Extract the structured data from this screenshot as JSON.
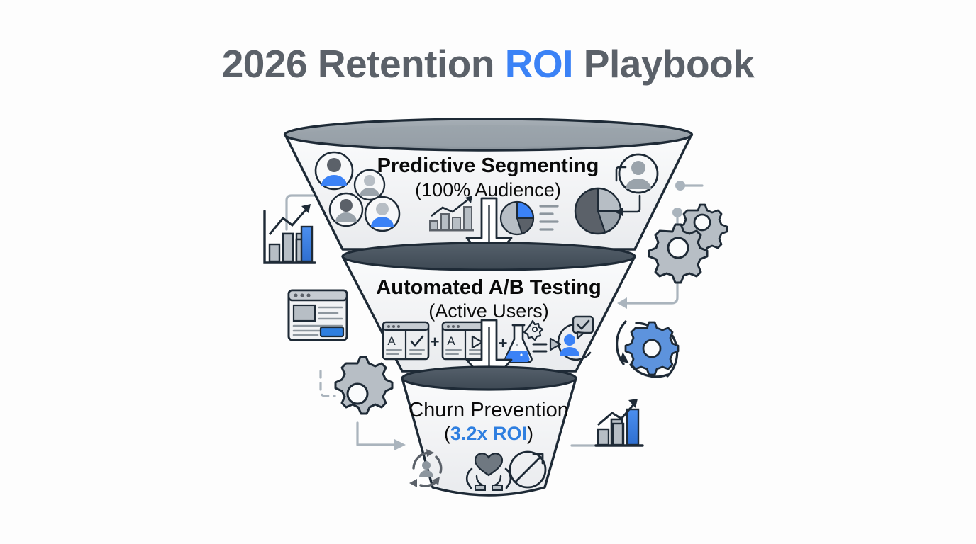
{
  "header": {
    "title_part1": "2026 Retention ",
    "title_accent": "ROI",
    "title_part2": " Playbook",
    "title_full": "2026 Retention ROI Playbook"
  },
  "colors": {
    "accent_blue": "#3b82f6",
    "accent_blue_dark": "#2f7fe0",
    "title_gray": "#5b6169",
    "funnel_fill": "#f2f3f5",
    "funnel_stroke": "#1e2a36",
    "rim_dark": "#4a5560",
    "rim_light": "#9aa3ab",
    "icon_gray": "#8d969e",
    "connector_gray": "#aab4bd",
    "background": "#ffffff"
  },
  "funnel": {
    "stages": [
      {
        "id": "stage-1",
        "title": "Predictive Segmenting",
        "title_weight": "bold",
        "subtitle": "(100% Audience)",
        "icons": [
          "avatar-group-icon",
          "bar-chart-growth-icon",
          "pie-chart-icon",
          "list-lines-icon",
          "pie-chart-dark-icon",
          "user-avatar-icon"
        ]
      },
      {
        "id": "stage-2",
        "title": "Automated A/B Testing",
        "title_weight": "bold",
        "subtitle": "(Active Users)",
        "icons": [
          "ab-test-card-a-icon",
          "plus-icon",
          "ab-test-card-b-icon",
          "flask-icon",
          "gear-small-icon",
          "equals-icon",
          "user-approved-icon"
        ]
      },
      {
        "id": "stage-3",
        "title": "Churn Prevention",
        "title_weight": "regular",
        "subtitle_prefix": "(",
        "subtitle_accent": "3.2x ROI",
        "subtitle_suffix": ")",
        "subtitle": "(3.2x ROI)",
        "icons": [
          "retention-cycle-icon",
          "heart-in-hands-icon",
          "growth-circle-icon"
        ]
      }
    ],
    "flow_arrows": [
      "down-arrow-stage1-to-stage2",
      "down-arrow-stage2-to-stage3"
    ]
  },
  "decorations": {
    "left": [
      {
        "name": "bar-chart-growth-left-icon",
        "label": "growth bar chart"
      },
      {
        "name": "browser-wireframe-icon",
        "label": "landing page wireframe"
      },
      {
        "name": "gear-left-icon",
        "label": "gear"
      }
    ],
    "right": [
      {
        "name": "gear-pair-icon",
        "label": "two connected gears"
      },
      {
        "name": "gear-refresh-icon",
        "label": "gear with refresh arrows"
      },
      {
        "name": "bar-chart-growth-right-icon",
        "label": "growth bar chart"
      }
    ],
    "connectors": [
      "elbow-connector-top-left",
      "elbow-connector-top-right",
      "elbow-connector-mid-right",
      "dashed-connector-lower-left",
      "elbow-arrow-lower-left",
      "line-connector-right"
    ]
  }
}
